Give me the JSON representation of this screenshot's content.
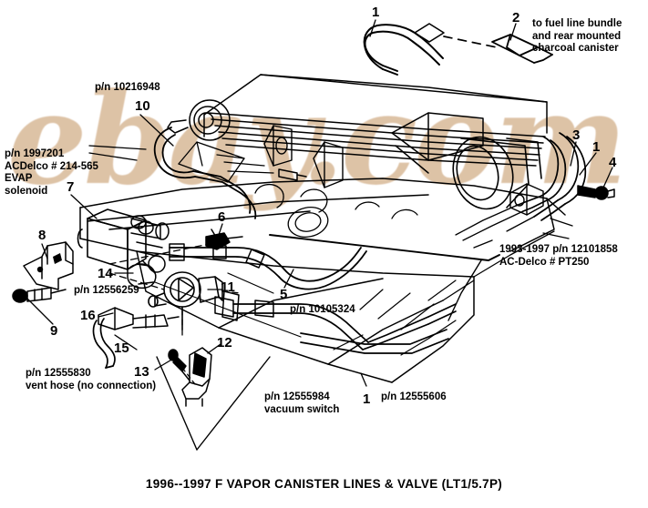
{
  "document": {
    "kind": "automotive-parts-diagram",
    "title": "1996--1997 F VAPOR CANISTER LINES & VALVE (LT1/5.7P)",
    "watermark": "ebay.com",
    "watermark_color": "#dcc0a2",
    "ink_color": "#000000",
    "background_color": "#ffffff"
  },
  "callouts": {
    "top_right_note": "to fuel line bundle\nand rear mounted\ncharcoal canister",
    "evap_solenoid": "p/n 1997201\nACDelco # 214-565\nEVAP\nsolenoid",
    "pn_10216948": "p/n 10216948",
    "pn_12101858": "1993-1997 p/n 12101858\nAC-Delco # PT250",
    "pn_12556259": "p/n 12556259",
    "pn_10105324": "p/n 10105324",
    "pn_12555830": "p/n 12555830\nvent hose (no connection)",
    "pn_12555984": "p/n 12555984\nvacuum switch",
    "pn_12555606": "p/n 12555606"
  },
  "item_numbers": {
    "n1_top": "1",
    "n2": "2",
    "n3": "3",
    "n4": "4",
    "n1_right": "1",
    "n10": "10",
    "n7": "7",
    "n8": "8",
    "n6": "6",
    "n14": "14",
    "n9": "9",
    "n16": "16",
    "n11": "11",
    "n5": "5",
    "n15": "15",
    "n12": "12",
    "n13": "13",
    "n1_bottom": "1"
  }
}
